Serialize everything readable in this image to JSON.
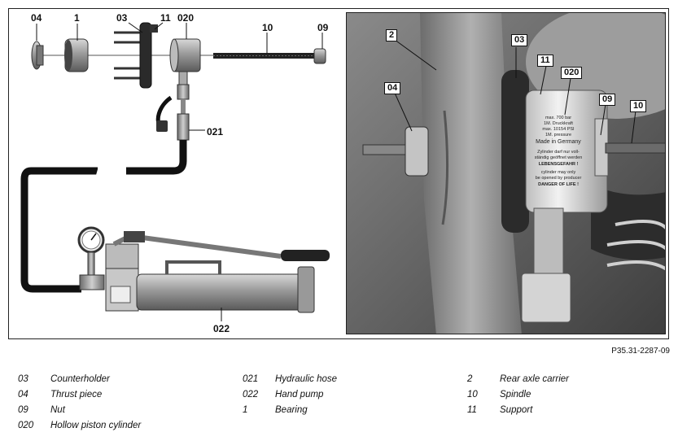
{
  "diagram": {
    "callouts": {
      "c04": "04",
      "c1": "1",
      "c03": "03",
      "c11": "11",
      "c020": "020",
      "c10": "10",
      "c09": "09",
      "c021": "021",
      "c022": "022"
    }
  },
  "photo": {
    "callouts": {
      "c2": "2",
      "c03": "03",
      "c11": "11",
      "c020": "020",
      "c04": "04",
      "c09": "09",
      "c10": "10"
    },
    "cylinder_text": [
      "max. 700 bar",
      "1M. Druckkraft",
      "max. 10154 PSI",
      "1M. pressure",
      "Made in Germany",
      "Zylinder darf nur voll-",
      "ständig geöffnet werden",
      "LEBENSGEFAHR !",
      "cylinder may only",
      "be opened by producer",
      "DANGER OF LIFE !"
    ]
  },
  "figure_ref": "P35.31-2287-09",
  "legend": [
    {
      "num": "03",
      "label": "Counterholder"
    },
    {
      "num": "04",
      "label": "Thrust piece"
    },
    {
      "num": "09",
      "label": "Nut"
    },
    {
      "num": "020",
      "label": "Hollow piston cylinder"
    },
    {
      "num": "021",
      "label": "Hydraulic hose"
    },
    {
      "num": "022",
      "label": "Hand pump"
    },
    {
      "num": "1",
      "label": "Bearing"
    },
    {
      "num": "2",
      "label": "Rear axle carrier"
    },
    {
      "num": "10",
      "label": "Spindle"
    },
    {
      "num": "11",
      "label": "Support"
    }
  ]
}
